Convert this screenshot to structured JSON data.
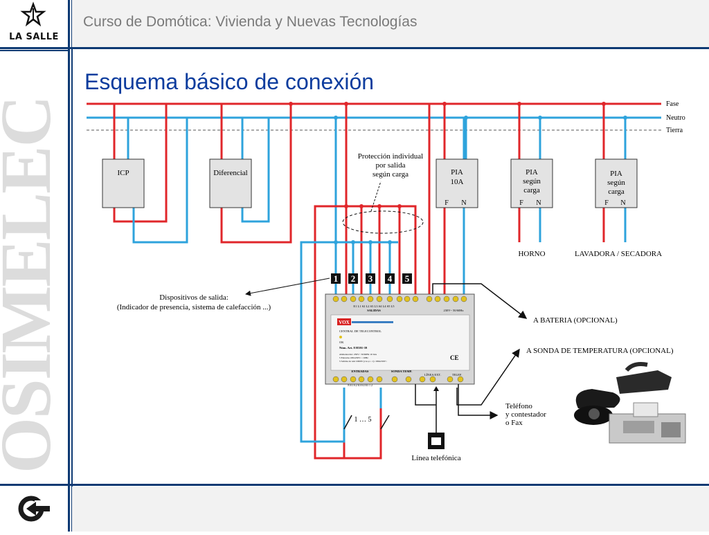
{
  "header": {
    "title": "Curso de Domótica: Vivienda y Nuevas Tecnologías"
  },
  "logo": {
    "text": "LA SALLE"
  },
  "sidebar": {
    "watermark_text": "OSIMELEC"
  },
  "slide": {
    "title": "Esquema básico  de conexión"
  },
  "colors": {
    "phase": "#e0262a",
    "neutral": "#2ea3dc",
    "brand": "#0e3a73",
    "title": "#0d3d9e"
  },
  "diagram": {
    "lines": {
      "fase": "Fase",
      "neutro": "Neutro",
      "tierra": "Tierra"
    },
    "boxes": {
      "icp": "ICP",
      "diferencial": "Diferencial",
      "pia10": [
        "PIA",
        "10A"
      ],
      "pia_carga_1": [
        "PIA",
        "según",
        "carga"
      ],
      "pia_carga_2": [
        "PIA",
        "según",
        "carga"
      ],
      "f": "F",
      "n": "N"
    },
    "protection_label": [
      "Protección individual",
      "por salida",
      "según carga"
    ],
    "outputs": [
      "1",
      "2",
      "3",
      "4",
      "5"
    ],
    "loads": {
      "horno": "HORNO",
      "lavadora": "LAVADORA / SECADORA"
    },
    "device": {
      "top_terminal_labels": "E1 L1 S2 L2 S3 L3 S4 L4 S5 L5",
      "salidas": "SALIDAS",
      "supply": "230V~ 50/60Hz",
      "brand": "VOX",
      "line1": "CENTRAL DE TELECONTROL",
      "line2": "OK",
      "line3": "Núm. Art. 8 H391-39",
      "line4": "Alimentación: 230V~ 50/60Hz 10 mA",
      "line5": "5 Entradas 180x230V~ /10Hz",
      "line6": "5 Salidas de relé 1000W (cos φ = 1) /180x230V~",
      "bottom_terminal_labels": "N E1 E2 E3 E4 E5 1 2",
      "entradas": "ENTRADAS",
      "sonda": "SONDA TEMP.",
      "linea_ext": "LÍNEA EXT.",
      "telef": "TELEF."
    },
    "annotations": {
      "dispositivos": [
        "Dispositivos de salida:",
        "(Indicador de presencia, sistema de calefacción ...)"
      ],
      "bateria": "A BATERIA (OPCIONAL)",
      "sonda": "A SONDA DE TEMPERATURA (OPCIONAL)",
      "telefono": [
        "Teléfono",
        "y contestador",
        "o Fax"
      ],
      "switches": "1 … 5",
      "linea_telefonica": "Línea telefónica"
    }
  }
}
